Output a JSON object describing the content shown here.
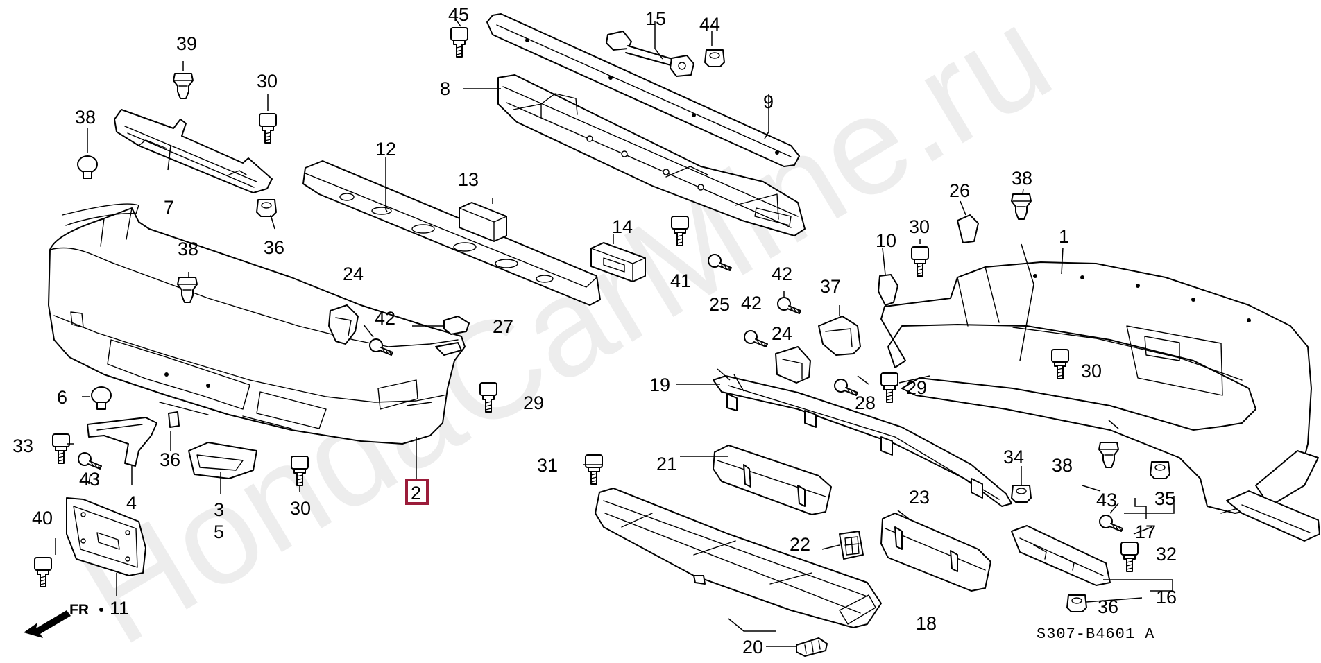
{
  "watermark": "HondaCarMine.ru",
  "diagram_code": "S307-B4601 A",
  "direction_label": "FR",
  "highlight_color": "#9b1c3a",
  "callouts": {
    "c1": "1",
    "c2": "2",
    "c3": "3",
    "c4": "4",
    "c5": "5",
    "c6": "6",
    "c7": "7",
    "c8": "8",
    "c9": "9",
    "c10": "10",
    "c11": "11",
    "c12": "12",
    "c13": "13",
    "c14": "14",
    "c15": "15",
    "c16": "16",
    "c17": "17",
    "c18": "18",
    "c19": "19",
    "c20": "20",
    "c21": "21",
    "c22": "22",
    "c23": "23",
    "c24": "24",
    "c25": "25",
    "c26": "26",
    "c27": "27",
    "c28": "28",
    "c29": "29",
    "c30": "30",
    "c31": "31",
    "c32": "32",
    "c33": "33",
    "c34": "34",
    "c35": "35",
    "c36": "36",
    "c37": "37",
    "c38": "38",
    "c39": "39",
    "c40": "40",
    "c41": "41",
    "c42": "42",
    "c43": "43",
    "c44": "44",
    "c45": "45"
  }
}
